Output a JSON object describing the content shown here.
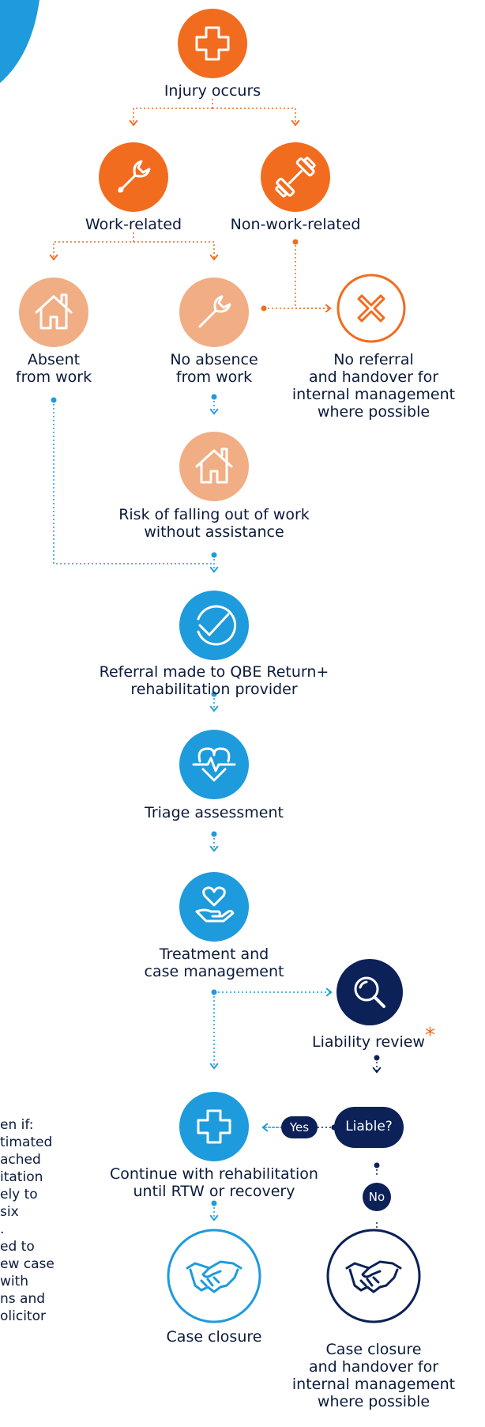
{
  "colors": {
    "orange": "#f26c1f",
    "peach": "#f1ad83",
    "blue": "#1d9bdc",
    "navy": "#0b2157",
    "text": "#0b1a3c"
  },
  "nodes": {
    "injury": {
      "label": "Injury occurs",
      "icon": "medical-cross-icon"
    },
    "work_related": {
      "label": "Work-related",
      "icon": "wrench-icon"
    },
    "non_work_related": {
      "label": "Non-work-related",
      "icon": "dumbbell-icon"
    },
    "absent": {
      "label": "Absent\nfrom work",
      "icon": "house-icon"
    },
    "no_absence": {
      "label": "No absence\nfrom work",
      "icon": "wrench-icon"
    },
    "no_referral": {
      "label": "No referral\nand handover for\ninternal management\nwhere possible",
      "icon": "x-mark-icon"
    },
    "risk": {
      "label": "Risk of falling out of work\nwithout assistance",
      "icon": "house-icon"
    },
    "referral": {
      "label": "Referral made to QBE Return+\nrehabilitation provider",
      "icon": "checkmark-icon"
    },
    "triage": {
      "label": "Triage assessment",
      "icon": "heartbeat-icon"
    },
    "treatment": {
      "label": "Treatment and\ncase management",
      "icon": "heart-in-hand-icon"
    },
    "liability_review": {
      "label": "Liability review",
      "marker": "*",
      "icon": "magnifier-icon"
    },
    "liable": {
      "label": "Liable?"
    },
    "continue": {
      "label": "Continue with rehabilitation\nuntil RTW or recovery",
      "icon": "medical-cross-icon"
    },
    "closure": {
      "label": "Case closure",
      "icon": "handshake-icon"
    },
    "closure_handover": {
      "label": "Case closure\nand handover for\ninternal management\nwhere possible",
      "icon": "handshake-icon"
    }
  },
  "decisions": {
    "yes": "Yes",
    "no": "No"
  },
  "side_note": "en if:\ntimated\nached\nitation\nely to\nsix\n.\ned to\new case\nwith\nns and\nolicitor"
}
